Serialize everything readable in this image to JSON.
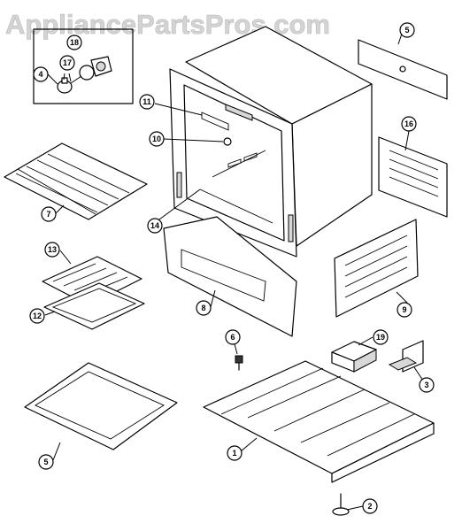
{
  "watermark": "AppliancePartsPros.com",
  "callouts": {
    "c1": "1",
    "c2": "2",
    "c3": "3",
    "c4": "4",
    "c5a": "5",
    "c5b": "5",
    "c6": "6",
    "c7": "7",
    "c8": "8",
    "c9": "9",
    "c10": "10",
    "c11": "11",
    "c12": "12",
    "c13": "13",
    "c14": "14",
    "c16": "16",
    "c17": "17",
    "c18": "18",
    "c19": "19"
  }
}
